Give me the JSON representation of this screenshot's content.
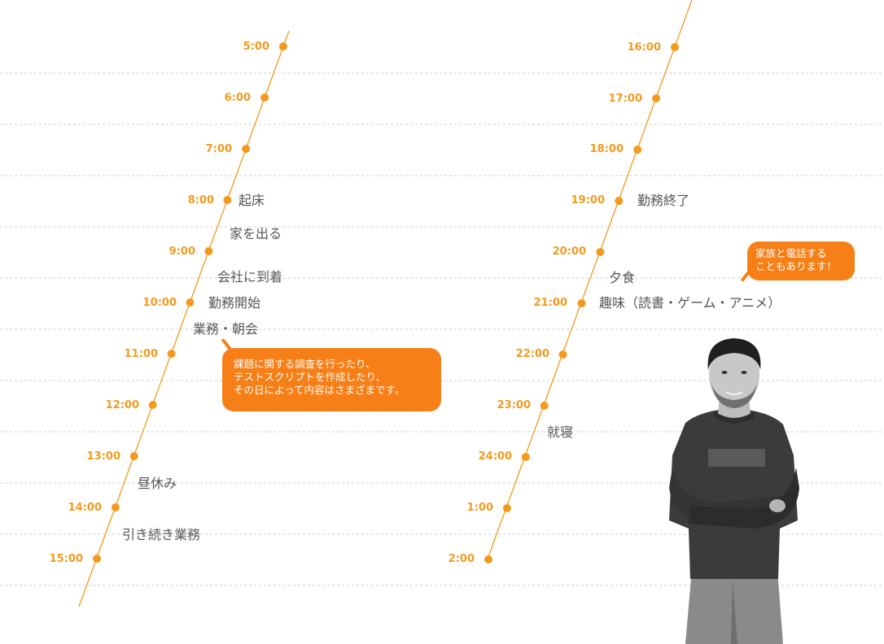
{
  "left_timeline": {
    "times": [
      "5:00",
      "6:00",
      "7:00",
      "8:00",
      "9:00",
      "10:00",
      "11:00",
      "12:00",
      "13:00",
      "14:00",
      "15:00"
    ],
    "events": [
      "起床",
      "家を出る",
      "会社に到着",
      "勤務開始",
      "業務・朝会",
      "昼休み",
      "引き続き業務"
    ]
  },
  "right_timeline": {
    "times": [
      "16:00",
      "17:00",
      "18:00",
      "19:00",
      "20:00",
      "21:00",
      "22:00",
      "23:00",
      "24:00",
      "1:00",
      "2:00"
    ],
    "events": [
      "勤務終了",
      "夕食",
      "趣味（読書・ゲーム・アニメ）",
      "就寝"
    ]
  },
  "bubbles": {
    "work": [
      "課題に関する調査を行ったり、",
      "テストスクリプトを作成したり、",
      "その日によって内容はさまざまです。"
    ],
    "phone": [
      "家族と電話する",
      "こともあります！"
    ]
  },
  "colors": {
    "accent": "#f39a1e",
    "bubble": "#f77f17",
    "event_text": "#555555",
    "grid": "#cccccc"
  },
  "icons": {
    "person": "person-photo"
  }
}
